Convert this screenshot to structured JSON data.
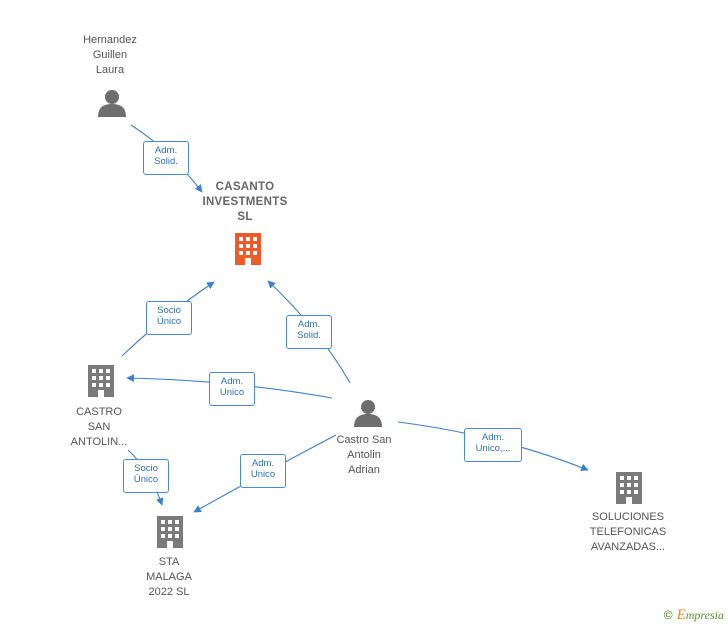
{
  "nodes": {
    "hernandez": {
      "label": "Hernandez\nGuillen\nLaura",
      "type": "person"
    },
    "casanto": {
      "label": "CASANTO\nINVESTMENTS\nSL",
      "type": "company-main"
    },
    "castro_co": {
      "label": "CASTRO\nSAN\nANTOLIN...",
      "type": "company"
    },
    "castro_person": {
      "label": "Castro San\nAntolin\nAdrian",
      "type": "person"
    },
    "sta_malaga": {
      "label": "STA\nMALAGA\n2022  SL",
      "type": "company"
    },
    "soluciones": {
      "label": "SOLUCIONES\nTELEFONICAS\nAVANZADAS...",
      "type": "company"
    }
  },
  "edges": {
    "e1": "Adm.\nSolid.",
    "e2": "Socio\nÚnico",
    "e3": "Adm.\nSolid.",
    "e4": "Adm.\nUnico",
    "e5": "Socio\nÚnico",
    "e6": "Adm.\nUnico",
    "e7": "Adm.\nUnico,..."
  },
  "colors": {
    "line": "#3d7fd1",
    "company": "#7a7a7a",
    "company_main": "#f05a28",
    "person": "#6e6e6e"
  },
  "brand": {
    "copyright": "©",
    "initial": "E",
    "rest": "mpresia"
  }
}
